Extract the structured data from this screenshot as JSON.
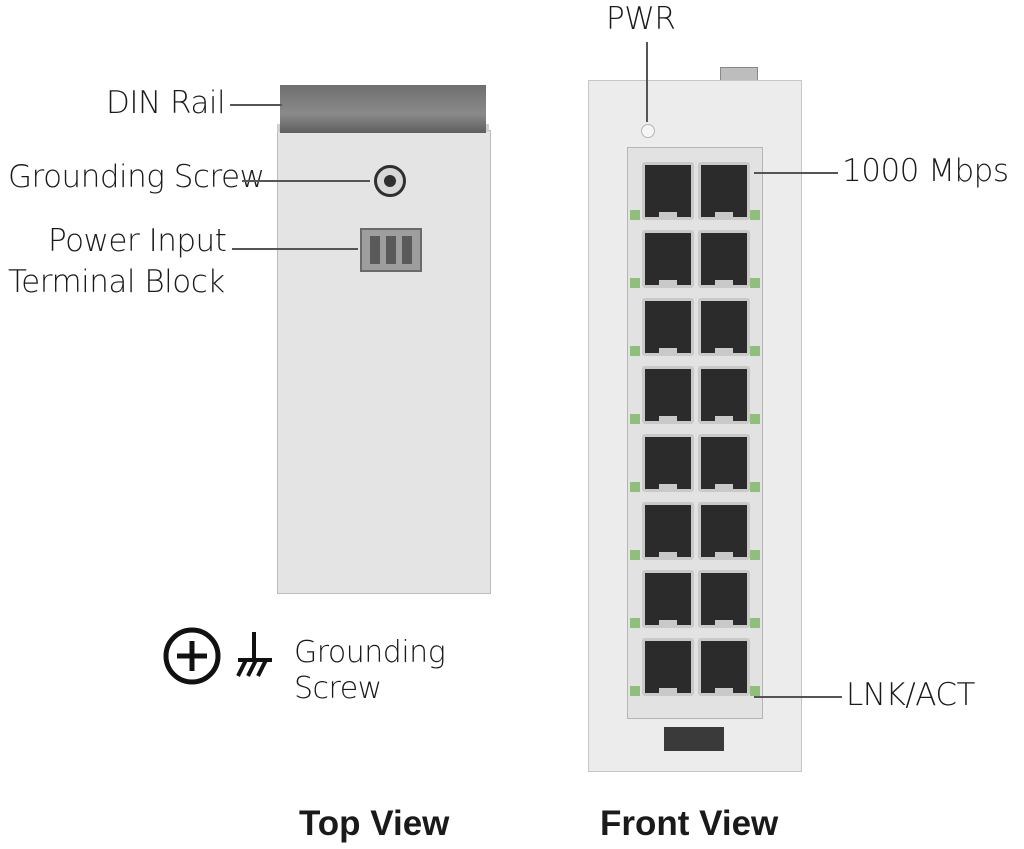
{
  "labels": {
    "din_rail": "DIN Rail",
    "grounding_screw": "Grounding Screw",
    "power_input_line1": "Power Input",
    "power_input_line2": "Terminal Block",
    "pwr": "PWR",
    "speed": "1000 Mbps",
    "lnk_act": "LNK/ACT",
    "legend_line1": "Grounding",
    "legend_line2": "Screw"
  },
  "captions": {
    "top_view": "Top View",
    "front_view": "Front View"
  },
  "symbols": [
    "circle-plus-icon",
    "ground-icon"
  ],
  "colors": {
    "body": "#e4e4e4",
    "din_rail": "#7a7a7a",
    "port": "#2b2b2b",
    "led": "#8fbf7a"
  }
}
